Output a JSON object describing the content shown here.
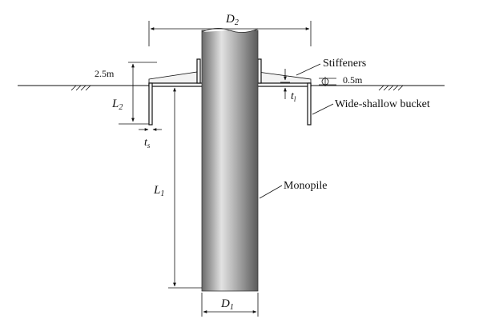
{
  "labels": {
    "d2": "D",
    "d2_sub": "2",
    "d1": "D",
    "d1_sub": "1",
    "l1": "L",
    "l1_sub": "1",
    "l2": "L",
    "l2_sub": "2",
    "ts": "t",
    "ts_sub": "s",
    "tl": "t",
    "tl_sub": "l",
    "height_above": "2.5m",
    "depth": "0.5m",
    "stiffeners": "Stiffeners",
    "bucket": "Wide-shallow bucket",
    "monopile": "Monopile"
  },
  "colors": {
    "pile_dark": "#5a5a5a",
    "pile_light": "#d8d8d8",
    "line": "#111111"
  }
}
